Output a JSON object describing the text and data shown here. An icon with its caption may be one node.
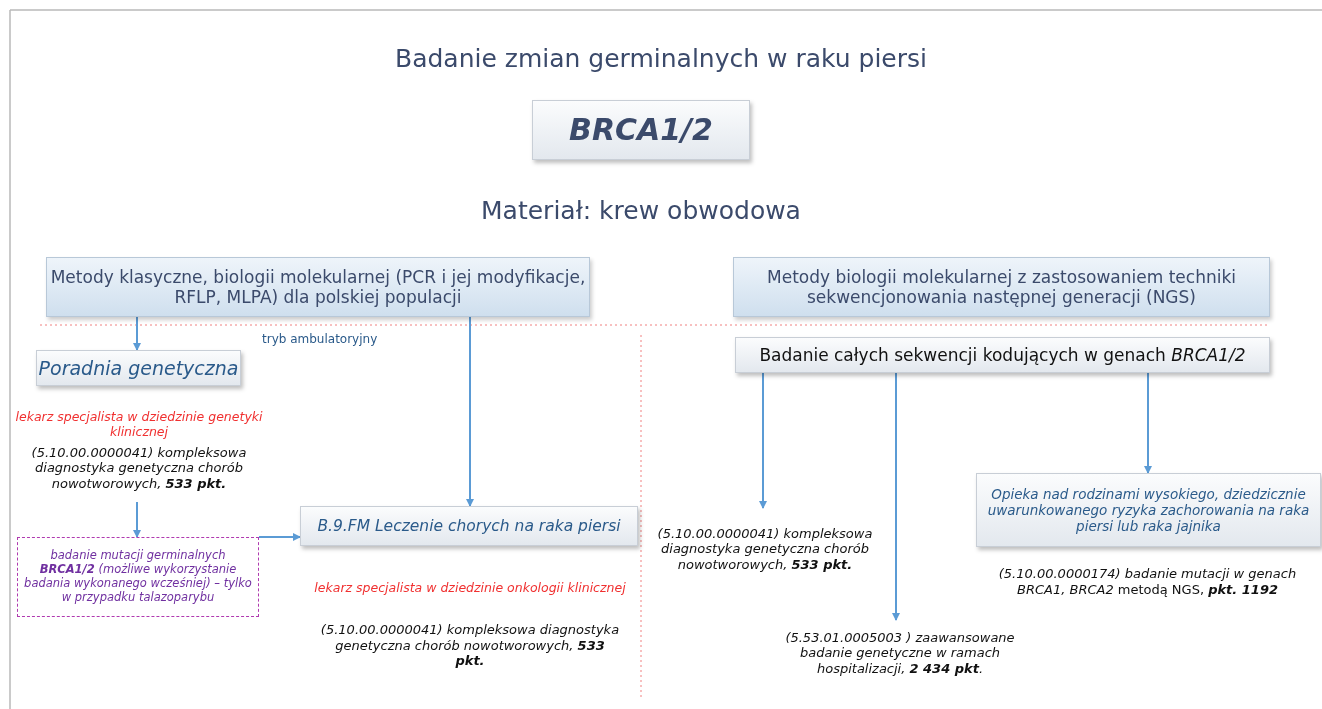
{
  "diagram": {
    "title": "Badanie zmian germinalnych w raku piersi",
    "nodes": [
      {
        "text": [
          "BRCA1/2"
        ]
      },
      {
        "text": [
          "Metody klasyczne, biologii molekularnej (PCR i jej modyfikacje, RFLP, MLPA) dla polskiej populacji"
        ]
      },
      {
        "text": [
          "Metody biologii molekularnej z zastosowaniem techniki sekwencjonowania następnej generacji (NGS)"
        ]
      },
      {
        "text": [
          "Poradnia genetyczna"
        ]
      },
      {
        "text": [
          "lekarz specjalista w dziedzinie genetyki klinicznej",
          "(5.10.00.0000041) kompleksowa diagnostyka genetyczna chorób nowotworowych, **533 pkt.**"
        ]
      },
      {
        "text": [
          "badanie mutacji germinalnych **BRCA1/2** (możliwe wykorzystanie badania wykonanego wcześniej) – tylko w przypadku talazoparybu"
        ]
      },
      {
        "text": [
          "B.9.FM Leczenie chorych na raka piersi"
        ],
        "beside": [
          "lekarz specjalista w dziedzinie onkologii klinicznej",
          "(5.10.00.0000041) kompleksowa diagnostyka genetyczna chorób nowotworowych, **533 pkt.**"
        ]
      },
      {
        "text": [
          "Badanie całych sekwencji kodujących w genach *BRCA1/2*"
        ]
      },
      {
        "text": [
          "(5.10.00.0000041) kompleksowa diagnostyka genetyczna chorób nowotworowych, **533 pkt.**"
        ]
      },
      {
        "text": [
          "(5.53.01.0005003 ) zaawansowane badanie genetyczne w ramach hospitalizacji, **2 434 pkt**."
        ]
      },
      {
        "text": [
          "Opieka nad rodzinami wysokiego, dziedzicznie uwarunkowanego ryzyka zachorowania na raka piersi lub raka jajnika"
        ],
        "beside": [
          "*(5.10.00.0000174) badanie mutacji w genach BRCA1, BRCA2* metodą NGS, **pkt. 1192**"
        ]
      }
    ],
    "edges": [
      {
        "from": 1,
        "to": 3,
        "arrow": "to"
      },
      {
        "from": 1,
        "to": 6,
        "arrow": "to"
      },
      {
        "from": 4,
        "to": 5,
        "arrow": "to"
      },
      {
        "from": 5,
        "to": 6,
        "arrow": "to"
      },
      {
        "from": 7,
        "to": 8,
        "arrow": "to"
      },
      {
        "from": 7,
        "to": 9,
        "arrow": "to"
      },
      {
        "from": 7,
        "to": 10,
        "arrow": "to"
      }
    ],
    "labels": [
      "Materiał: krew obwodowa",
      "tryb ambulatoryjny"
    ]
  }
}
